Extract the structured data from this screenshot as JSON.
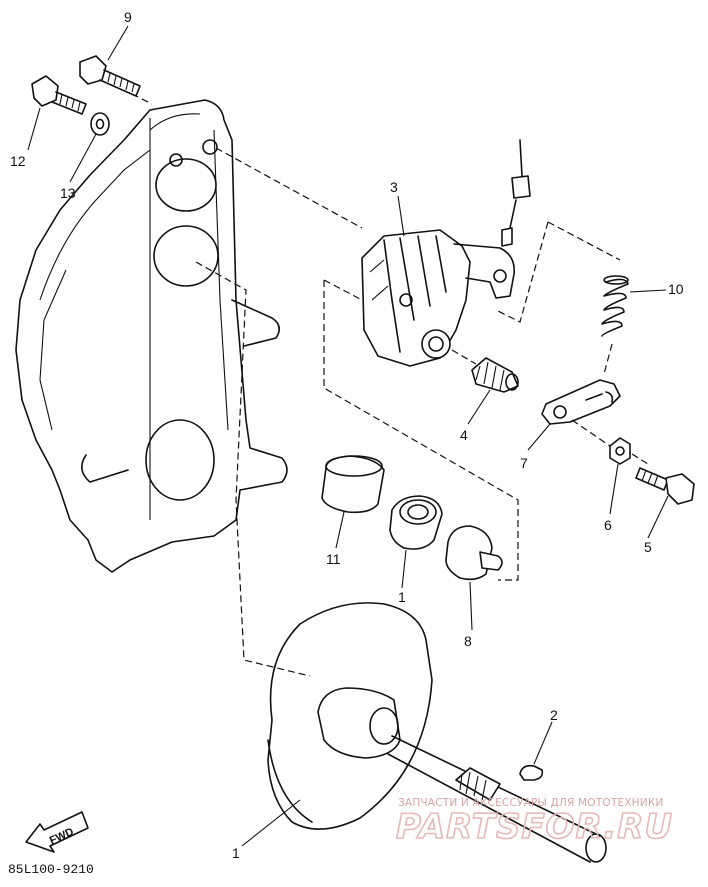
{
  "diagram": {
    "callouts": [
      {
        "id": "9",
        "label": "9"
      },
      {
        "id": "12",
        "label": "12"
      },
      {
        "id": "13",
        "label": "13"
      },
      {
        "id": "3",
        "label": "3"
      },
      {
        "id": "10",
        "label": "10"
      },
      {
        "id": "4",
        "label": "4"
      },
      {
        "id": "7",
        "label": "7"
      },
      {
        "id": "6",
        "label": "6"
      },
      {
        "id": "5",
        "label": "5"
      },
      {
        "id": "11",
        "label": "11"
      },
      {
        "id": "1a",
        "label": "1"
      },
      {
        "id": "8",
        "label": "8"
      },
      {
        "id": "2",
        "label": "2"
      },
      {
        "id": "1b",
        "label": "1"
      }
    ],
    "drawing_code": "85L100-9210",
    "direction_arrow_label": "FWD",
    "watermark": {
      "tagline": "ЗАПЧАСТИ И АКСЕССУАРЫ ДЛЯ МОТОТЕХНИКИ",
      "logo": "PARTSFOR.RU"
    }
  }
}
